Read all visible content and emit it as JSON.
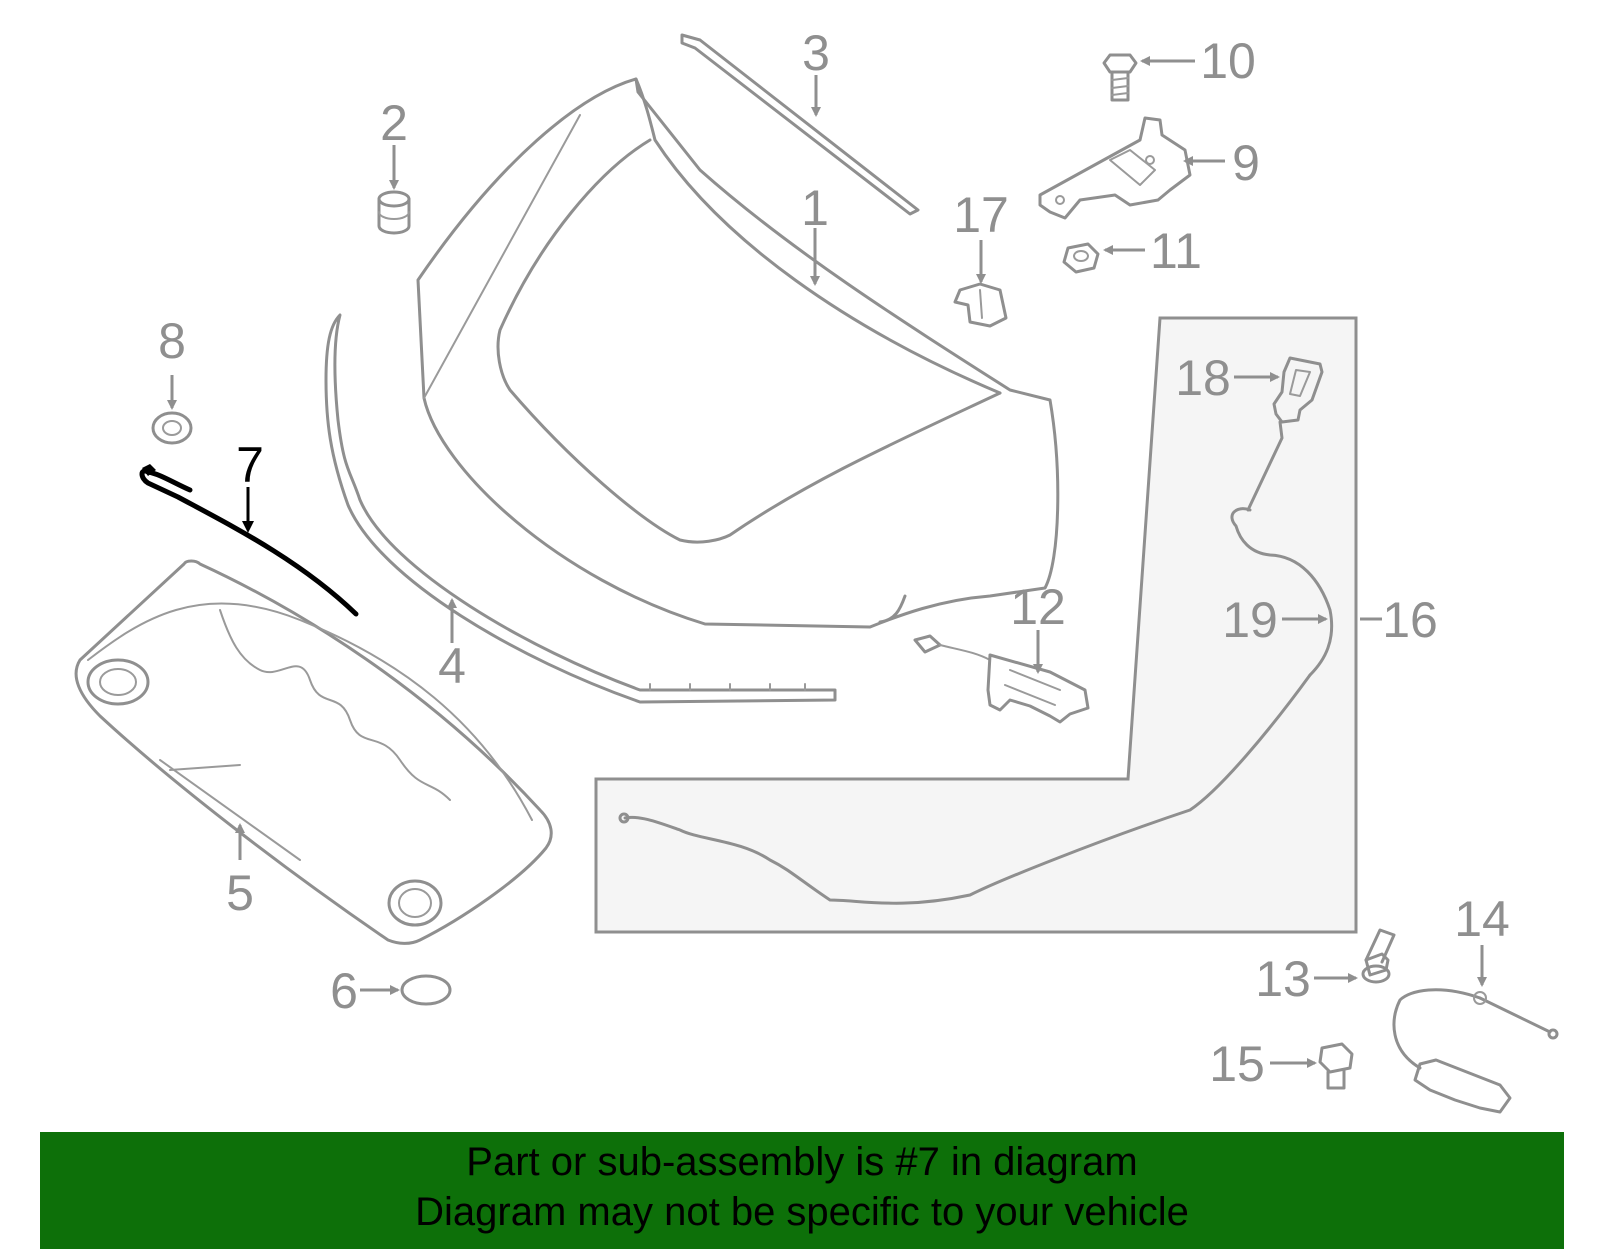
{
  "diagram": {
    "highlighted_part": "7",
    "callouts": [
      {
        "id": "1",
        "label": "1"
      },
      {
        "id": "2",
        "label": "2"
      },
      {
        "id": "3",
        "label": "3"
      },
      {
        "id": "4",
        "label": "4"
      },
      {
        "id": "5",
        "label": "5"
      },
      {
        "id": "6",
        "label": "6"
      },
      {
        "id": "7",
        "label": "7"
      },
      {
        "id": "8",
        "label": "8"
      },
      {
        "id": "9",
        "label": "9"
      },
      {
        "id": "10",
        "label": "10"
      },
      {
        "id": "11",
        "label": "11"
      },
      {
        "id": "12",
        "label": "12"
      },
      {
        "id": "13",
        "label": "13"
      },
      {
        "id": "14",
        "label": "14"
      },
      {
        "id": "15",
        "label": "15"
      },
      {
        "id": "16",
        "label": "16"
      },
      {
        "id": "17",
        "label": "17"
      },
      {
        "id": "18",
        "label": "18"
      },
      {
        "id": "19",
        "label": "19"
      }
    ]
  },
  "banner": {
    "line1": "Part or sub-assembly is #7 in diagram",
    "line2": "Diagram may not be specific to your vehicle",
    "background": "#0d7009"
  },
  "colors": {
    "parts": "#8f8f8f",
    "highlight": "#000000"
  }
}
